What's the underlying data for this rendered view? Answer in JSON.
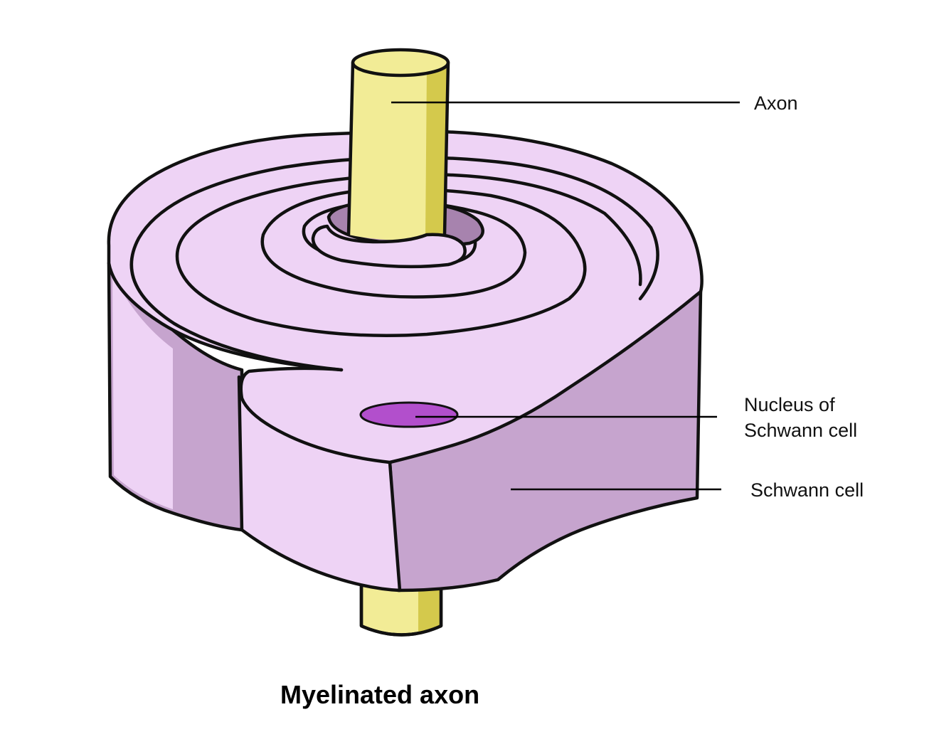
{
  "labels": {
    "axon": "Axon",
    "nucleus_line1": "Nucleus of",
    "nucleus_line2": "Schwann cell",
    "schwann_cell": "Schwann cell"
  },
  "caption": "Myelinated axon",
  "colors": {
    "axon_light": "#F2EC96",
    "axon_shadow": "#D4C94C",
    "myelin_top": "#EED3F5",
    "myelin_side": "#C6A4CE",
    "myelin_inner": "#A783AE",
    "nucleus": "#B24FCC",
    "outline": "#111111"
  }
}
